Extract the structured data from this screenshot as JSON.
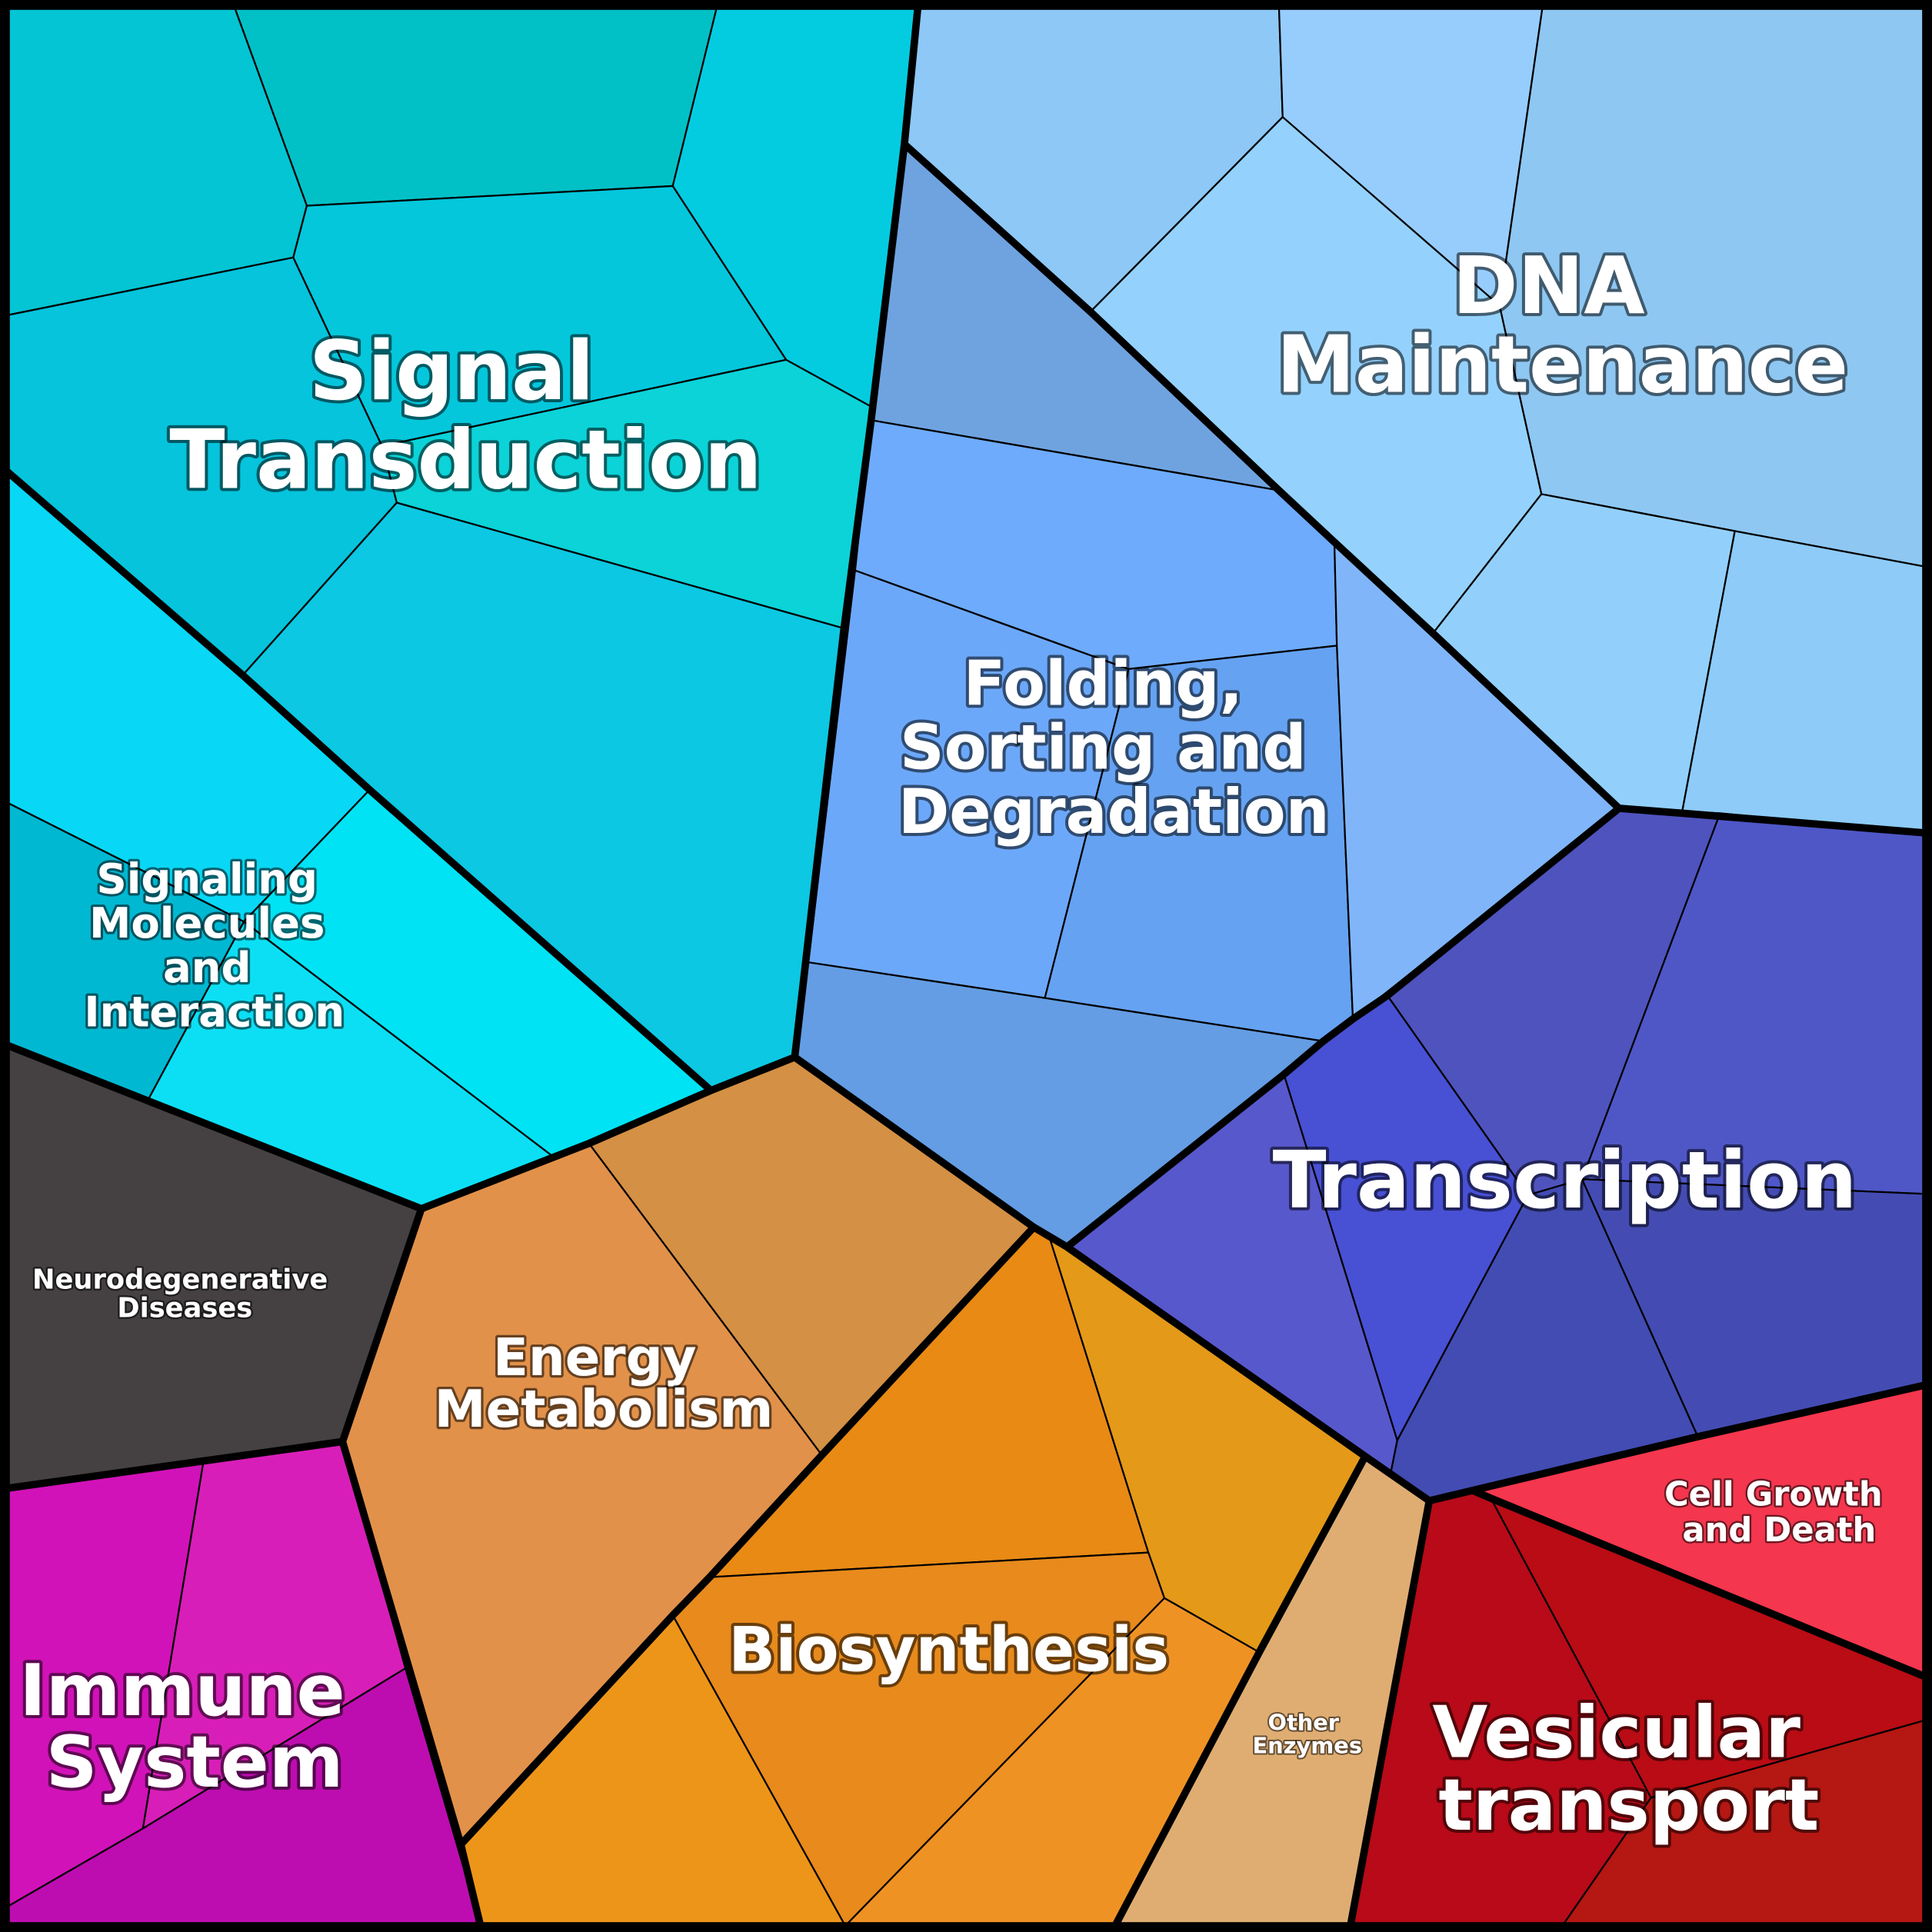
{
  "groups": [
    {
      "key": "signal",
      "lines": [
        "Signal",
        "Transduction"
      ],
      "color": "#04c9e0"
    },
    {
      "key": "signaling",
      "lines": [
        "Signaling",
        "Molecules",
        "and",
        "Interaction"
      ],
      "color": "#05dcf2"
    },
    {
      "key": "dna",
      "lines": [
        "DNA",
        "Maintenance"
      ],
      "color": "#90cdf8"
    },
    {
      "key": "folding",
      "lines": [
        "Folding,",
        "Sorting and",
        "Degradation"
      ],
      "color": "#6aa8f6"
    },
    {
      "key": "transcription",
      "lines": [
        "Transcription"
      ],
      "color": "#4a52c6"
    },
    {
      "key": "neuro",
      "lines": [
        "Neurodegenerative",
        "Diseases"
      ],
      "color": "#454142"
    },
    {
      "key": "energy",
      "lines": [
        "Energy",
        "Metabolism"
      ],
      "color": "#e09048"
    },
    {
      "key": "biosynthesis",
      "lines": [
        "Biosynthesis"
      ],
      "color": "#ea8c18"
    },
    {
      "key": "immune",
      "lines": [
        "Immune",
        "System"
      ],
      "color": "#cc14b8"
    },
    {
      "key": "enzymes",
      "lines": [
        "Other",
        "Enzymes"
      ],
      "color": "#dead72"
    },
    {
      "key": "vesicular",
      "lines": [
        "Vesicular",
        "transport"
      ],
      "color": "#b80c16"
    },
    {
      "key": "cellgrowth",
      "lines": [
        "Cell Growth",
        "and Death"
      ],
      "color": "#f4364e"
    }
  ]
}
